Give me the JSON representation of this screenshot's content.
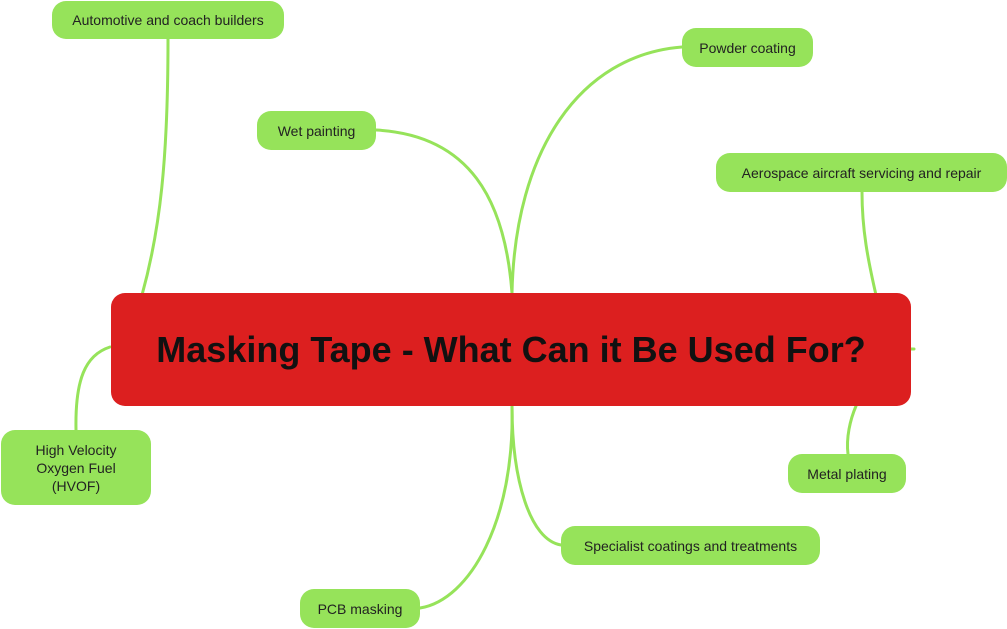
{
  "central": {
    "title": "Masking Tape - What Can it Be Used For?",
    "color": "#dc1f1f"
  },
  "branch_color": "#96e35a",
  "nodes": {
    "automotive": "Automotive and coach builders",
    "wet_painting": "Wet painting",
    "powder_coating": "Powder coating",
    "aerospace": "Aerospace aircraft servicing and repair",
    "metal_plating": "Metal plating",
    "specialist": "Specialist coatings and treatments",
    "pcb": "PCB masking",
    "hvof": "High Velocity\nOxygen Fuel\n(HVOF)"
  }
}
